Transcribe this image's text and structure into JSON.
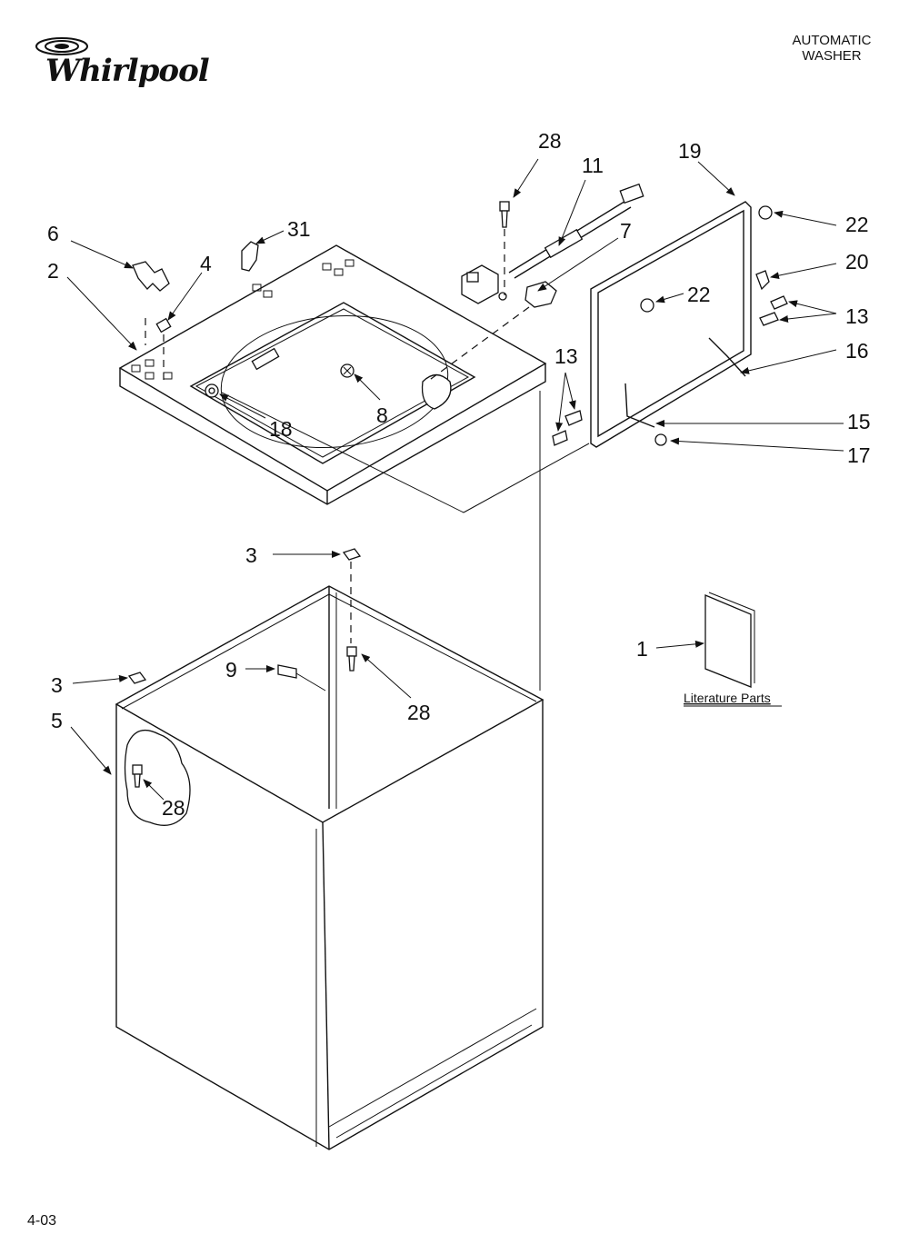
{
  "brand": {
    "name": "Whirlpool",
    "logo_icon": "whirlpool-swirl-icon"
  },
  "title": {
    "line1": "AUTOMATIC",
    "line2": "WASHER"
  },
  "footer": {
    "code": "4-03"
  },
  "literature": {
    "label": "Literature Parts"
  },
  "callouts": {
    "c28a": "28",
    "c11": "11",
    "c19": "19",
    "c6": "6",
    "c31": "31",
    "c7": "7",
    "c22a": "22",
    "c2": "2",
    "c4": "4",
    "c20": "20",
    "c22b": "22",
    "c13a": "13",
    "c13b": "13",
    "c16": "16",
    "c8": "8",
    "c18": "18",
    "c15": "15",
    "c17": "17",
    "c3a": "3",
    "c1": "1",
    "c9": "9",
    "c28b": "28",
    "c3b": "3",
    "c5": "5",
    "c28c": "28"
  }
}
